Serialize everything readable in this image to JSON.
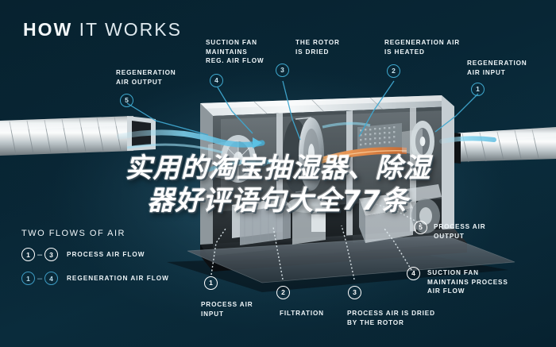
{
  "header": {
    "title_strong": "HOW",
    "title_light": "IT WORKS"
  },
  "overlay": {
    "line1": "实用的淘宝抽湿器、除湿",
    "line2": "器好评语句大全77条"
  },
  "legend": {
    "title": "TWO FLOWS OF AIR",
    "rows": [
      {
        "from": "1",
        "to": "3",
        "dash": "–",
        "label": "PROCESS AIR FLOW",
        "style": "white"
      },
      {
        "from": "1",
        "to": "4",
        "dash": "–",
        "label": "REGENERATION AIR FLOW",
        "style": "cyan"
      }
    ]
  },
  "callouts": {
    "regeneration_air_output": {
      "num": "5",
      "text": "REGENERATION\nAIR OUTPUT"
    },
    "suction_fan_reg": {
      "num": "4",
      "text": "SUCTION FAN\nMAINTAINS\nREG. AIR FLOW"
    },
    "rotor_is_dried": {
      "num": "3",
      "text": "THE ROTOR\nIS DRIED"
    },
    "regeneration_air_heated": {
      "num": "2",
      "text": "REGENERATION AIR\nIS HEATED"
    },
    "regeneration_air_input": {
      "num": "1",
      "text": "REGENERATION\nAIR INPUT"
    },
    "process_air_output": {
      "num": "5",
      "text": "PROCESS AIR\nOUTPUT"
    },
    "suction_fan_process": {
      "num": "4",
      "text": "SUCTION FAN\nMAINTAINS PROCESS\nAIR FLOW"
    },
    "process_air_input": {
      "num": "1",
      "text": "PROCESS AIR\nINPUT"
    },
    "filtration": {
      "num": "2",
      "text": "FILTRATION"
    },
    "process_air_dried": {
      "num": "3",
      "text": "PROCESS AIR IS DRIED\nBY THE ROTOR"
    }
  },
  "colors": {
    "background": "#07222f",
    "accent_cyan": "#49b2d8",
    "text": "#eef5f8",
    "heater_orange": "#e8833a"
  }
}
